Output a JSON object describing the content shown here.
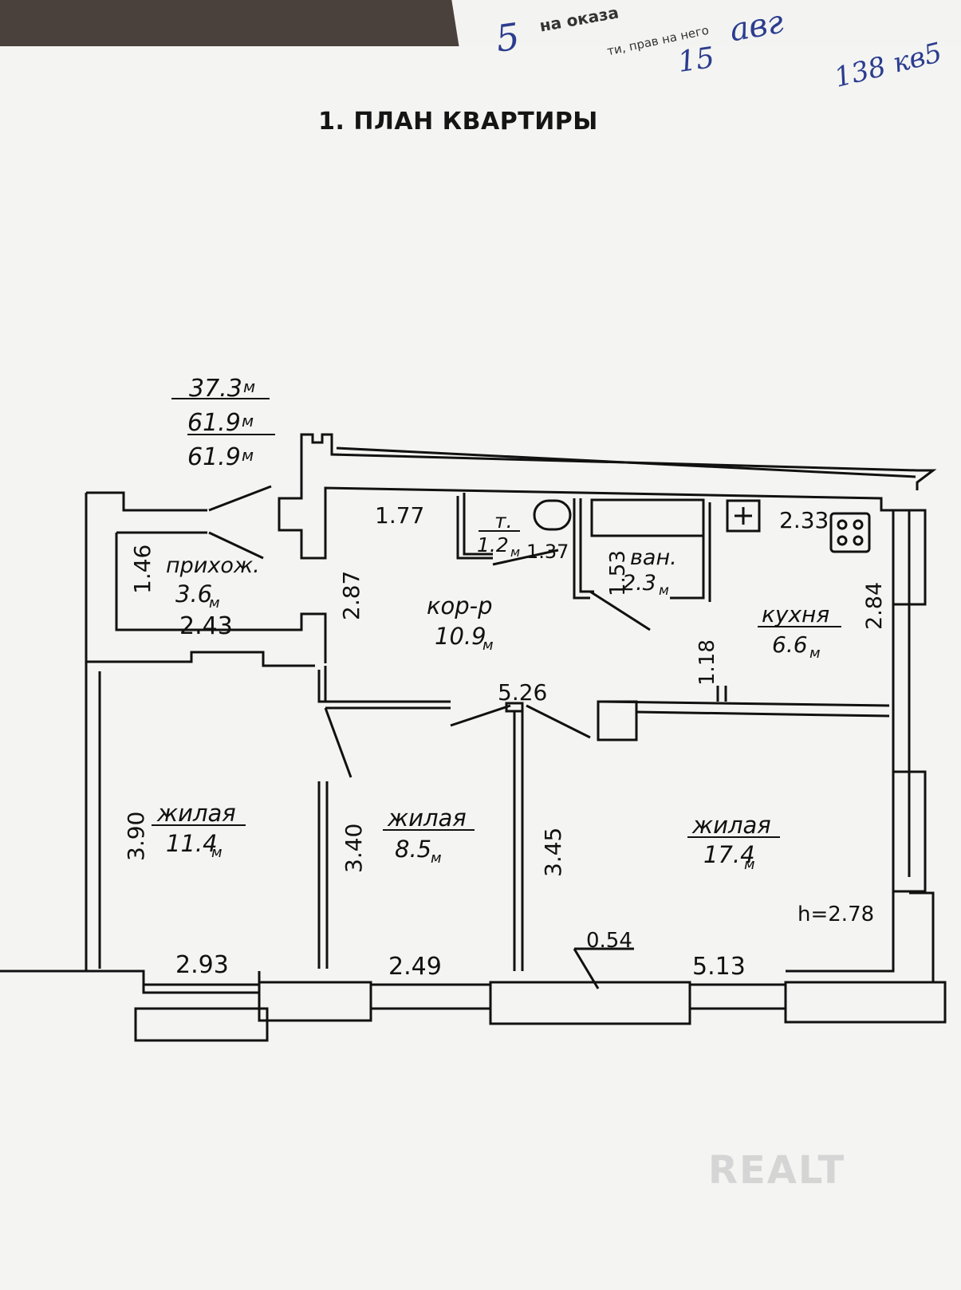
{
  "handwritten": {
    "number": "5",
    "doc_line_1": "на оказа",
    "doc_line_2": "ти, прав на него",
    "date_day": "15",
    "date_month": "авг",
    "quarter": "138 кв5"
  },
  "title": "1. ПЛАН КВАРТИРЫ",
  "area_summary": [
    "37.3",
    "61.9",
    "61.9"
  ],
  "unit": "м",
  "rooms": [
    {
      "name": "прихож.",
      "area": "3.6"
    },
    {
      "name": "т.",
      "area": "1.2"
    },
    {
      "name": "ван.",
      "area": "2.3"
    },
    {
      "name": "кор-р",
      "area": "10.9"
    },
    {
      "name": "кухня",
      "area": "6.6"
    },
    {
      "name": "жилая",
      "area": "11.4"
    },
    {
      "name": "жилая",
      "area": "8.5"
    },
    {
      "name": "жилая",
      "area": "17.4"
    }
  ],
  "dimensions": {
    "hall_width": "2.43",
    "hall_height": "1.46",
    "corridor_height": "2.87",
    "corridor_top": "1.77",
    "toilet_width": "1.37",
    "bath_height": "1.53",
    "kitchen_width": "2.33",
    "kitchen_height": "2.84",
    "kitchen_gap": "1.18",
    "corridor_width": "5.26",
    "room1_height": "3.90",
    "room2_height": "3.40",
    "room3_height": "3.45",
    "room1_width": "2.93",
    "room2_width": "2.49",
    "balcony_offset": "0.54",
    "room3_width": "5.13"
  },
  "ceiling_height": "h=2.78",
  "watermark": "REALT"
}
